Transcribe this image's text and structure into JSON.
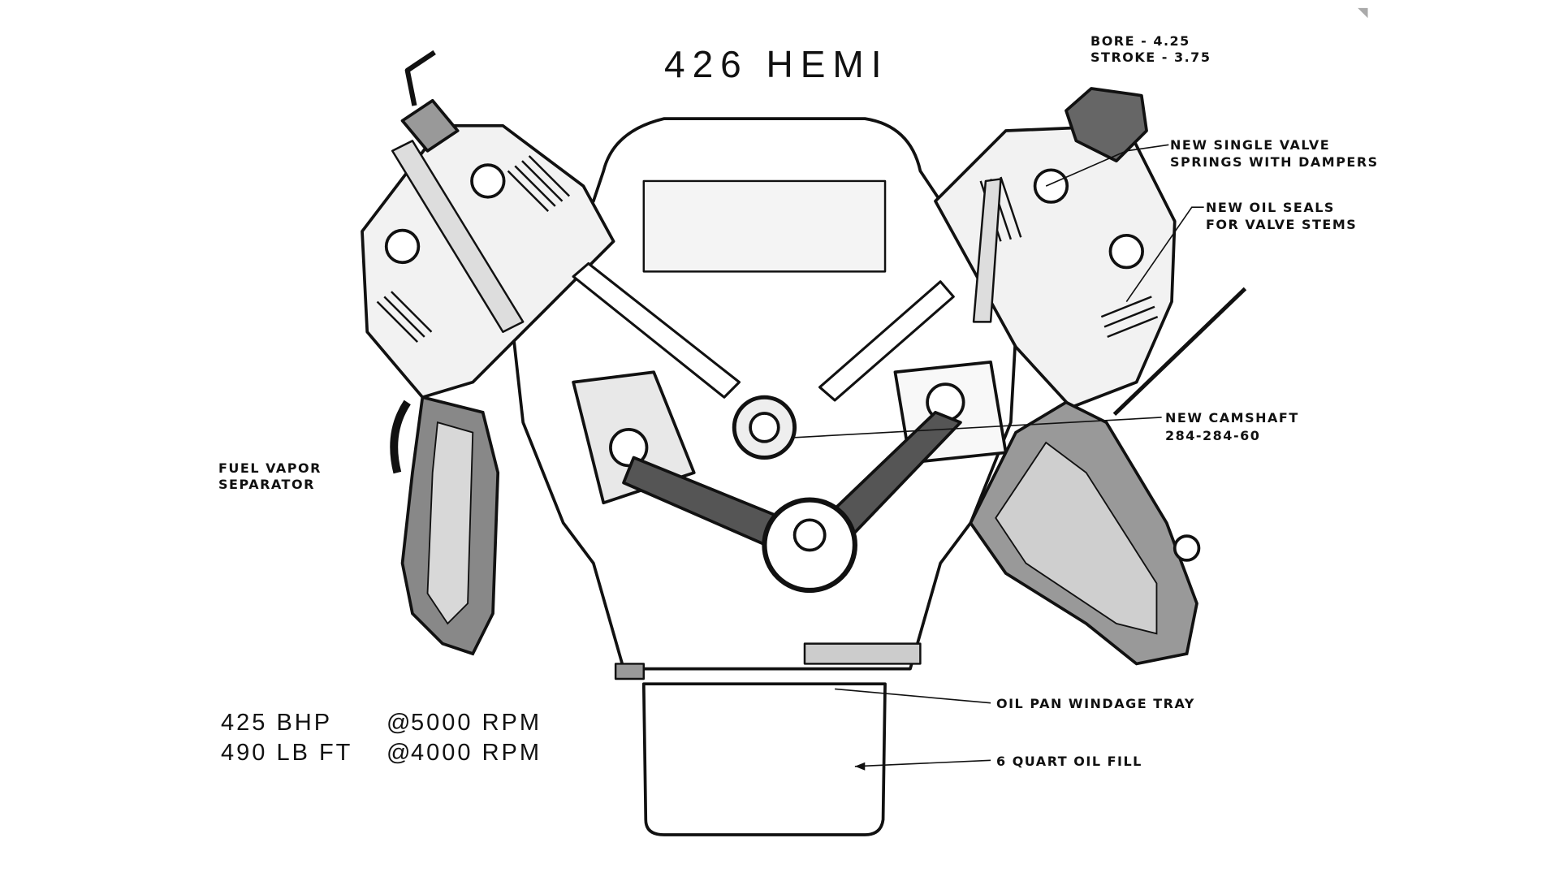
{
  "title": "426 HEMI",
  "specs": {
    "bore": "BORE - 4.25",
    "stroke": "STROKE - 3.75"
  },
  "callouts": {
    "valve_springs": [
      "NEW SINGLE VALVE",
      "SPRINGS WITH DAMPERS"
    ],
    "oil_seals": [
      "NEW OIL SEALS",
      "FOR VALVE STEMS"
    ],
    "camshaft": [
      "NEW CAMSHAFT",
      "284-284-60"
    ],
    "vapor_separator": [
      "FUEL VAPOR",
      "SEPARATOR"
    ],
    "windage_tray": "OIL PAN WINDAGE TRAY",
    "oil_fill": "6 QUART OIL FILL"
  },
  "performance": [
    {
      "value": "425 BHP",
      "at": "@",
      "rpm": "5000 RPM"
    },
    {
      "value": "490 LB FT",
      "at": "@",
      "rpm": "4000 RPM"
    }
  ]
}
